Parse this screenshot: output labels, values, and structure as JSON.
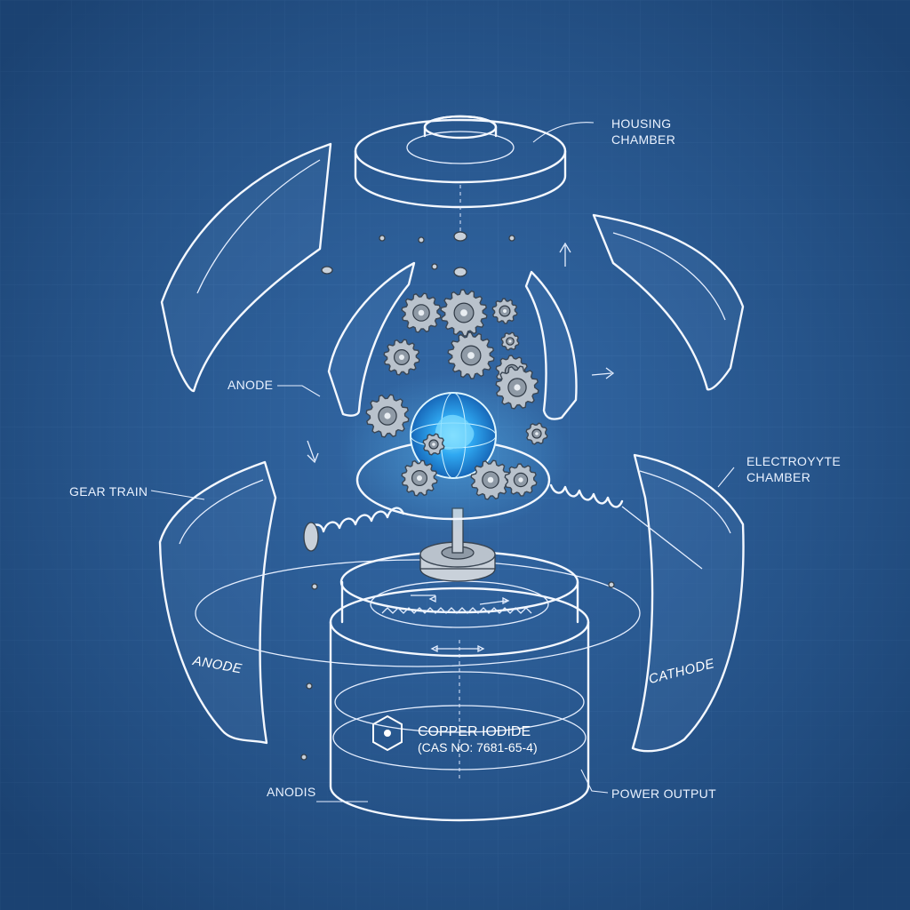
{
  "labels": {
    "housing_line1": "HOUSING",
    "housing_line2": "CHAMBER",
    "anode_top": "ANODE",
    "electrolyte_line1": "ELECTROYYTE",
    "electrolyte_line2": "CHAMBER",
    "gear_train": "GEAR TRAIN",
    "anode_panel": "ANODE",
    "cathode_panel": "CATHODE",
    "anodis": "ANODIS",
    "power_output": "POWER OUTPUT"
  },
  "chemical": {
    "name": "COPPER IODIDE",
    "cas": "(CAS NO: 7681-65-4)"
  },
  "colors": {
    "background": "#2a5a94",
    "grid": "#3b6ea8",
    "line": "#f4f8ff",
    "core_glow": "#35b7ff"
  },
  "icons": [
    "hexagon-molecule-icon",
    "gear-icon",
    "spring-icon",
    "arrow-icon"
  ]
}
